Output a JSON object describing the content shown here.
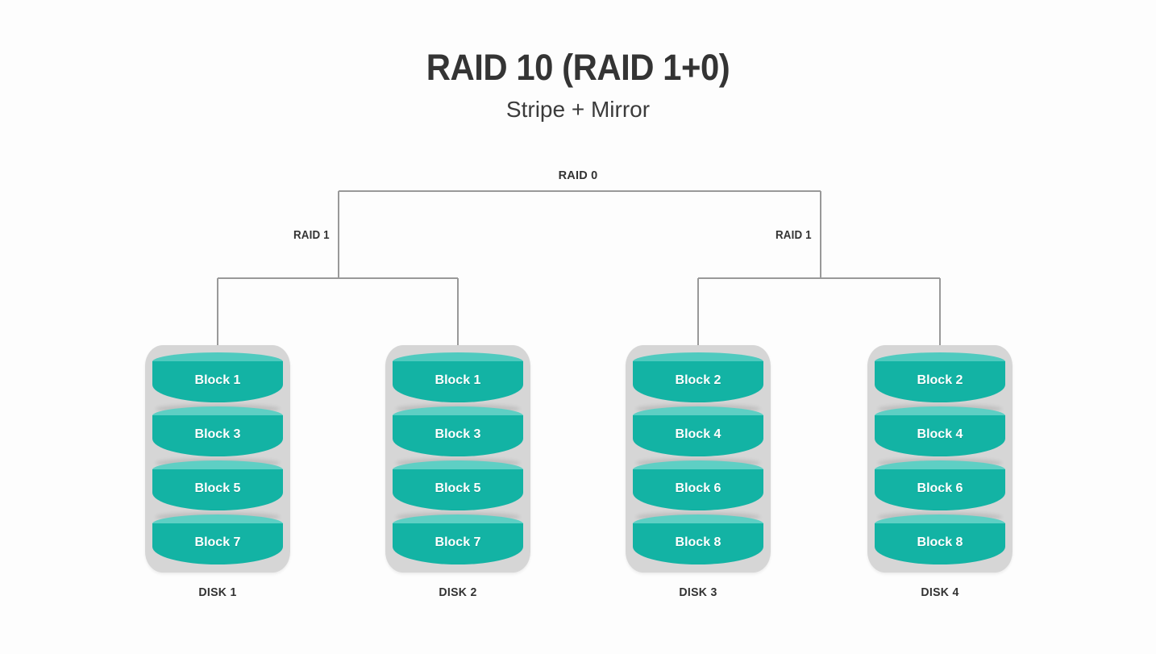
{
  "header": {
    "title": "RAID 10 (RAID 1+0)",
    "subtitle": "Stripe + Mirror"
  },
  "tree": {
    "root_label": "RAID 0",
    "left_group_label": "RAID 1",
    "right_group_label": "RAID 1"
  },
  "colors": {
    "background": "#fdfdfd",
    "title_text": "#343434",
    "cylinder_body": "#13b3a4",
    "cylinder_cap": "#5ecfc4",
    "cylinder_cap_top": "#4fcabf",
    "disk_shell": "#d6d6d6",
    "connector_line": "#999999",
    "block_text": "#ffffff",
    "label_text": "#333333"
  },
  "disks": [
    {
      "name": "DISK 1",
      "blocks": [
        "Block 1",
        "Block 3",
        "Block 5",
        "Block 7"
      ]
    },
    {
      "name": "DISK 2",
      "blocks": [
        "Block 1",
        "Block 3",
        "Block 5",
        "Block 7"
      ]
    },
    {
      "name": "DISK 3",
      "blocks": [
        "Block 2",
        "Block 4",
        "Block 6",
        "Block 8"
      ]
    },
    {
      "name": "DISK 4",
      "blocks": [
        "Block 2",
        "Block 4",
        "Block 6",
        "Block 8"
      ]
    }
  ]
}
